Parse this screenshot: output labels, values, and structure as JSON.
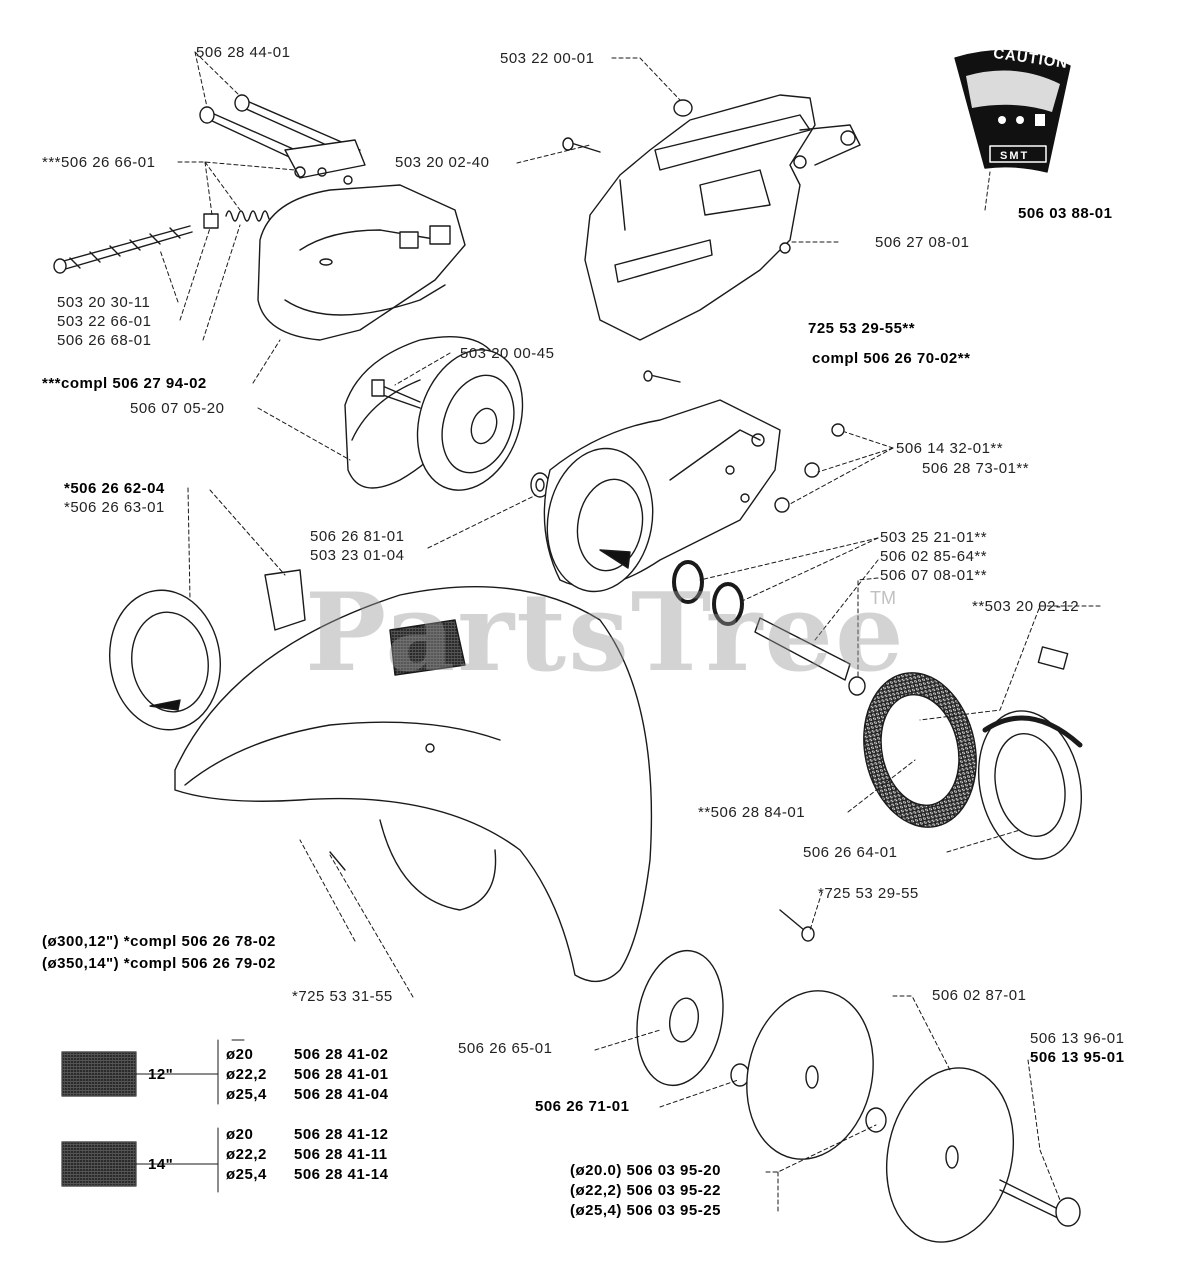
{
  "watermark": {
    "text": "PartsTree",
    "trademark": "TM"
  },
  "decal": {
    "heading": "CAUTION",
    "code": "SMT"
  },
  "labels": [
    {
      "id": "p1",
      "text": "506 28 44-01",
      "bold": false
    },
    {
      "id": "p2",
      "text": "503 22 00-01",
      "bold": false
    },
    {
      "id": "p3",
      "text": "506 03 88-01",
      "bold": true
    },
    {
      "id": "p4",
      "text": "***506 26 66-01",
      "bold": false
    },
    {
      "id": "p5",
      "text": "503 20 02-40",
      "bold": false
    },
    {
      "id": "p6",
      "text": "506 27 08-01",
      "bold": false
    },
    {
      "id": "p7",
      "text": "503 20 30-11",
      "bold": false
    },
    {
      "id": "p8",
      "text": "503 22 66-01",
      "bold": false
    },
    {
      "id": "p9",
      "text": "506 26 68-01",
      "bold": false
    },
    {
      "id": "p10",
      "text": "725 53 29-55**",
      "bold": true
    },
    {
      "id": "p11",
      "text": "compl 506 26 70-02**",
      "bold": true
    },
    {
      "id": "p12",
      "text": "503 20 00-45",
      "bold": false
    },
    {
      "id": "p13",
      "text": "***compl 506 27 94-02",
      "bold": true
    },
    {
      "id": "p14",
      "text": "506 07 05-20",
      "bold": false
    },
    {
      "id": "p15",
      "text": "506 14 32-01**",
      "bold": false
    },
    {
      "id": "p16",
      "text": "506 28 73-01**",
      "bold": false
    },
    {
      "id": "p17",
      "text": "*506 26 62-04",
      "bold": true
    },
    {
      "id": "p18",
      "text": "*506 26 63-01",
      "bold": false
    },
    {
      "id": "p19",
      "text": "506 26 81-01",
      "bold": false
    },
    {
      "id": "p20",
      "text": "503 23 01-04",
      "bold": false
    },
    {
      "id": "p21",
      "text": "503 25 21-01**",
      "bold": false
    },
    {
      "id": "p22",
      "text": "506 02 85-64**",
      "bold": false
    },
    {
      "id": "p23",
      "text": "506 07 08-01**",
      "bold": false
    },
    {
      "id": "p24",
      "text": "**503 20 02-12",
      "bold": false
    },
    {
      "id": "p25",
      "text": "**506 28 84-01",
      "bold": false
    },
    {
      "id": "p26",
      "text": "506 26 64-01",
      "bold": false
    },
    {
      "id": "p27",
      "text": "*725 53 29-55",
      "bold": false
    },
    {
      "id": "p28",
      "text": "(ø300,12\") *compl 506 26 78-02",
      "bold": true
    },
    {
      "id": "p29",
      "text": "(ø350,14\") *compl 506 26 79-02",
      "bold": true
    },
    {
      "id": "p30",
      "text": "*725 53 31-55",
      "bold": false
    },
    {
      "id": "p31",
      "text": "506 02 87-01",
      "bold": false
    },
    {
      "id": "p32",
      "text": "506 26 65-01",
      "bold": false
    },
    {
      "id": "p33",
      "text": "506 13 96-01",
      "bold": false
    },
    {
      "id": "p34",
      "text": "506 13 95-01",
      "bold": true
    },
    {
      "id": "p35",
      "text": "506 26 71-01",
      "bold": true
    },
    {
      "id": "p36",
      "text": "(ø20.0) 506 03 95-20",
      "bold": true
    },
    {
      "id": "p37",
      "text": "(ø22,2) 506 03 95-22",
      "bold": true
    },
    {
      "id": "p38",
      "text": "(ø25,4) 506 03 95-25",
      "bold": true
    }
  ],
  "blade_table": {
    "groups": [
      {
        "size": "12\"",
        "rows": [
          {
            "dia": "ø20",
            "part": "506 28 41-02"
          },
          {
            "dia": "ø22,2",
            "part": "506 28 41-01"
          },
          {
            "dia": "ø25,4",
            "part": "506 28 41-04"
          }
        ]
      },
      {
        "size": "14\"",
        "rows": [
          {
            "dia": "ø20",
            "part": "506 28 41-12"
          },
          {
            "dia": "ø22,2",
            "part": "506 28 41-11"
          },
          {
            "dia": "ø25,4",
            "part": "506 28 41-14"
          }
        ]
      }
    ]
  }
}
